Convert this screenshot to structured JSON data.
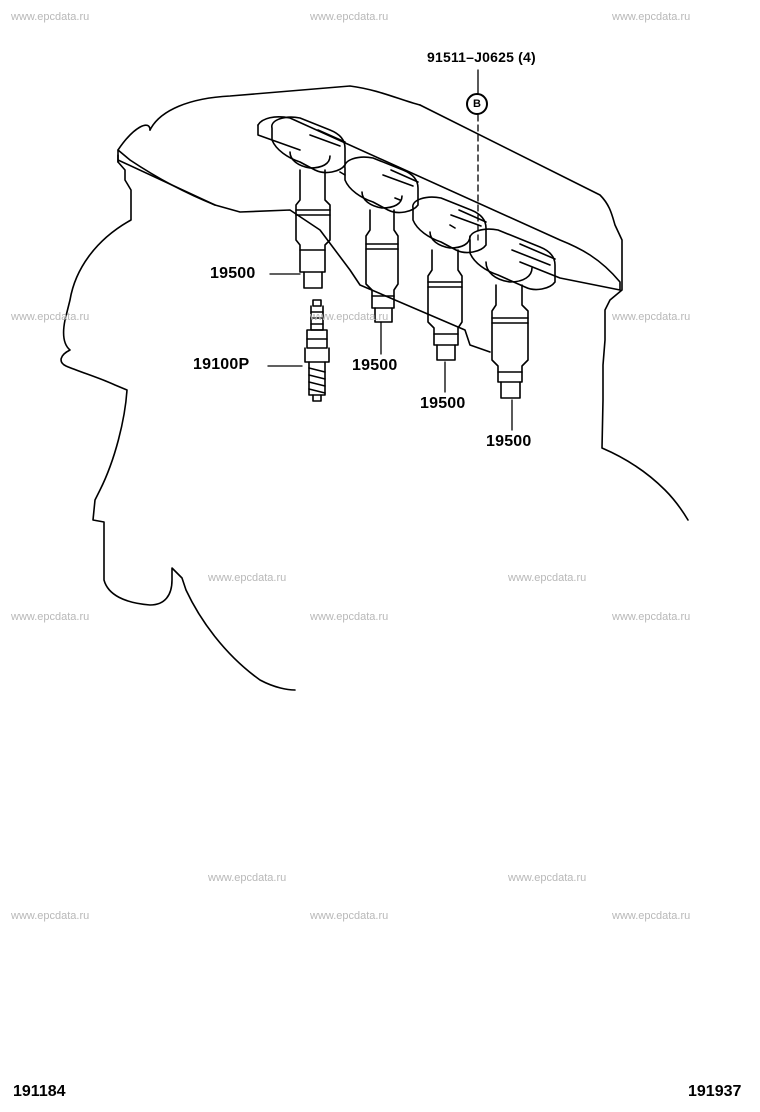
{
  "watermark": "www.epcdata.ru",
  "parts": {
    "bolt": "91511–J0625 (4)",
    "bolt_ref": "B",
    "coil_1": "19500",
    "coil_2": "19500",
    "coil_3": "19500",
    "coil_4": "19500",
    "spark_plug": "19100P"
  },
  "footer": {
    "left_code": "191184",
    "right_code": "191937"
  }
}
